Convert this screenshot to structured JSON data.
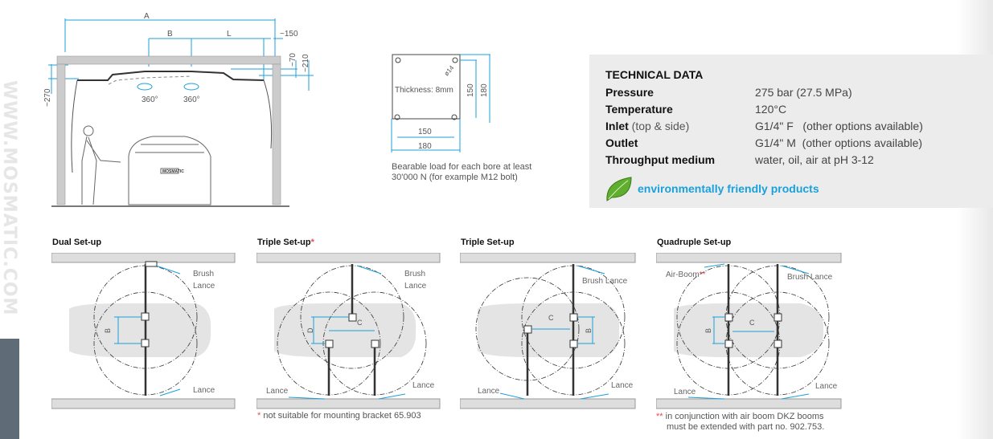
{
  "watermark": "WWW.MOSMATIC.COM",
  "elevation": {
    "dims": {
      "a": "A",
      "b": "B",
      "l": "L",
      "d150": "~150",
      "d70": "~70",
      "d210": "~210",
      "d270": "~270"
    },
    "rotation_left": "360°",
    "rotation_right": "360°",
    "car_brand": "MOSMATIC"
  },
  "plate": {
    "thickness": "Thickness: 8mm",
    "bore": "ø14",
    "inner_h": "150",
    "outer_h": "180",
    "inner_w": "150",
    "outer_w": "180",
    "caption_line1": "Bearable load for each bore at least",
    "caption_line2": "30'000 N (for example M12 bolt)"
  },
  "technical": {
    "title": "TECHNICAL DATA",
    "rows": [
      {
        "key": "Pressure",
        "suffix": "",
        "value": "275 bar (27.5 MPa)"
      },
      {
        "key": "Temperature",
        "suffix": "",
        "value": "120°C"
      },
      {
        "key": "Inlet",
        "suffix": " (top & side)",
        "value": "G1/4\" F   (other options available)"
      },
      {
        "key": "Outlet",
        "suffix": "",
        "value": "G1/4\" M  (other options available)"
      },
      {
        "key": "Throughput medium",
        "suffix": "",
        "value": "water, oil, air at pH 3-12"
      }
    ],
    "eco": "environmentally friendly products",
    "eco_color": "#1aa0db"
  },
  "setups": [
    {
      "title": "Dual Set-up",
      "mark": "",
      "labels": {
        "brush": "Brush",
        "lance1": "Lance",
        "lance2": "Lance",
        "b": "B"
      }
    },
    {
      "title": "Triple Set-up",
      "mark": "*",
      "labels": {
        "brush": "Brush",
        "lance1": "Lance",
        "lance2": "Lance",
        "lance3": "Lance",
        "c": "C",
        "d": "D"
      },
      "note_mark": "*",
      "note": " not suitable for mounting bracket 65.903"
    },
    {
      "title": "Triple Set-up",
      "mark": "",
      "labels": {
        "brush": "Brush Lance",
        "lance1": "Lance",
        "lance2": "Lance",
        "b": "B",
        "c": "C"
      }
    },
    {
      "title": "Quadruple Set-up",
      "mark": "",
      "labels": {
        "air": "Air-Boom",
        "air_mark": "**",
        "brush": "Brush Lance",
        "lance1": "Lance",
        "lance2": "Lance",
        "b": "B",
        "c": "C"
      },
      "note_mark": "**",
      "note": " in conjunction with air boom DKZ booms",
      "note2": "must be extended with part no. 902.753."
    }
  ]
}
